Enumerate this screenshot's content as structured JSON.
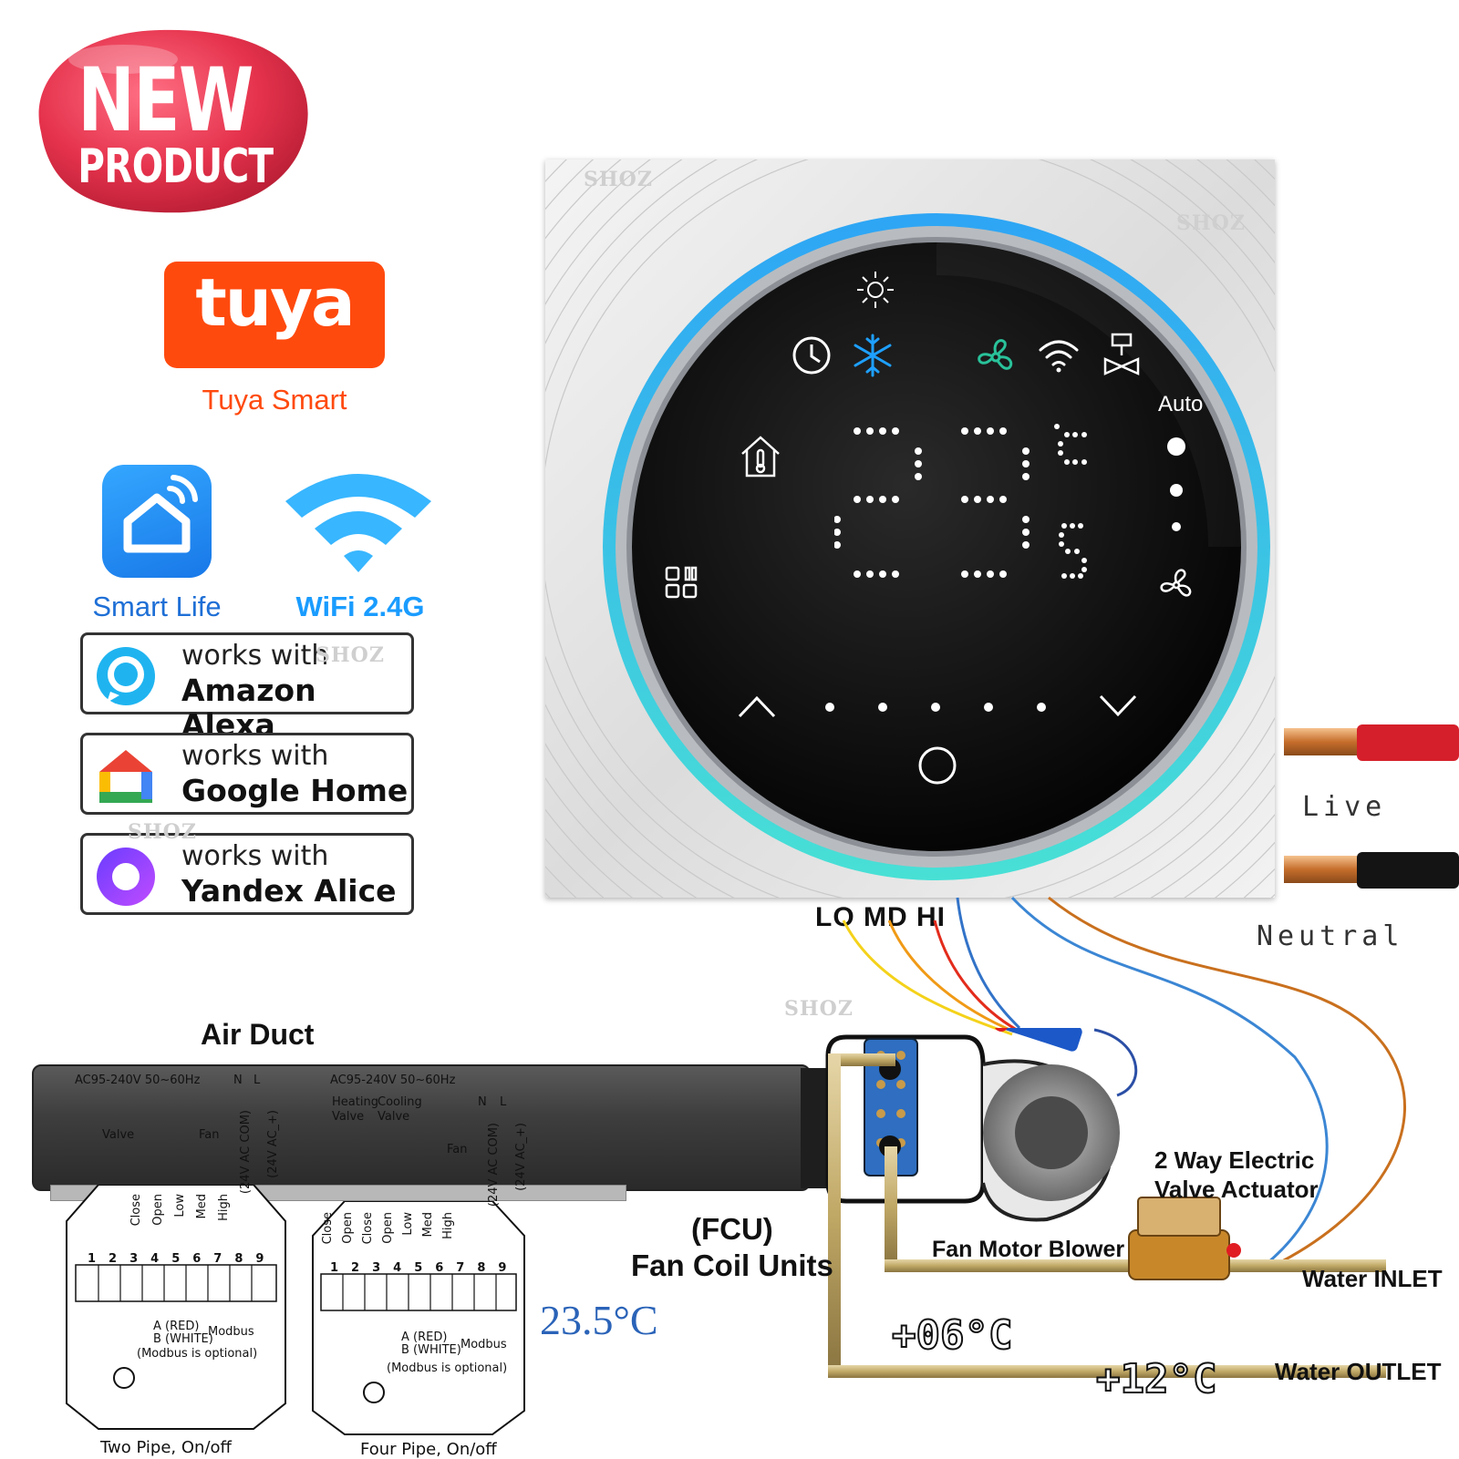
{
  "badge": {
    "line1": "NEW",
    "line2": "PRODUCT",
    "color": "#e0304a"
  },
  "tuya": {
    "logo_text": "tuya",
    "subtitle": "Tuya Smart",
    "brand_color": "#ff4a0e"
  },
  "smart_life": {
    "label": "Smart Life",
    "icon": "smart-life-house-icon"
  },
  "wifi": {
    "label": "WiFi 2.4G",
    "icon": "wifi-icon"
  },
  "works_with": [
    {
      "prefix": "works with",
      "name": "Amazon Alexa",
      "icon": "alexa-icon"
    },
    {
      "prefix": "works with",
      "name": "Google Home",
      "icon": "google-home-icon"
    },
    {
      "prefix": "works with",
      "name": "Yandex Alice",
      "icon": "yandex-alice-icon"
    }
  ],
  "watermark": "SHOZ",
  "thermostat": {
    "mode_label": "Auto",
    "set_temperature": "23",
    "temp_unit": "°C",
    "decimal": "5",
    "ring_color": "#3ec6e8",
    "icons": [
      "sun-icon",
      "clock-icon",
      "snowflake-icon",
      "fan-icon",
      "wifi-icon",
      "valve-icon",
      "home-thermometer-icon",
      "menu-grid-icon",
      "fan-speed-icon",
      "up-arrow-icon",
      "down-arrow-icon",
      "power-icon"
    ]
  },
  "wiring": {
    "live": "Live",
    "neutral": "Neutral",
    "speed_labels": "LO MD HI"
  },
  "diagram": {
    "air_duct": "Air Duct",
    "fcu_line1": "(FCU)",
    "fcu_line2": "Fan Coil Units",
    "fan_motor": "Fan Motor Blower",
    "valve_line1": "2 Way Electric",
    "valve_line2": "Valve Actuator",
    "water_inlet": "Water INLET",
    "water_outlet": "Water OUTLET",
    "temp_cold": "+06°C",
    "temp_warm": "+12°C",
    "room_temp": "23.5°C"
  },
  "two_pipe": {
    "supply": "AC95-240V  50~60Hz",
    "n": "N",
    "l": "L",
    "valve": "Valve",
    "fan": "Fan",
    "com": "(24V AC COM)",
    "ac_plus": "(24V AC_+)",
    "terminals": [
      "Close",
      "Open",
      "Low",
      "Med",
      "High"
    ],
    "numbers": [
      "1",
      "2",
      "3",
      "4",
      "5",
      "6",
      "7",
      "8",
      "9"
    ],
    "modbus_a": "A (RED)",
    "modbus_b": "B (WHITE)",
    "modbus": "Modbus",
    "modbus_note": "(Modbus is optional)",
    "caption": "Two Pipe, On/off"
  },
  "four_pipe": {
    "supply": "AC95-240V  50~60Hz",
    "heating": "Heating",
    "heating2": "Valve",
    "cooling": "Cooling",
    "cooling2": "Valve",
    "n": "N",
    "l": "L",
    "fan": "Fan",
    "com": "(24V AC COM)",
    "ac_plus": "(24V AC_+)",
    "terminals": [
      "Close",
      "Open",
      "Close",
      "Open",
      "Low",
      "Med",
      "High"
    ],
    "numbers": [
      "1",
      "2",
      "3",
      "4",
      "5",
      "6",
      "7",
      "8",
      "9"
    ],
    "modbus_a": "A (RED)",
    "modbus_b": "B (WHITE)",
    "modbus": "Modbus",
    "modbus_note": "(Modbus is optional)",
    "caption": "Four Pipe, On/off"
  }
}
